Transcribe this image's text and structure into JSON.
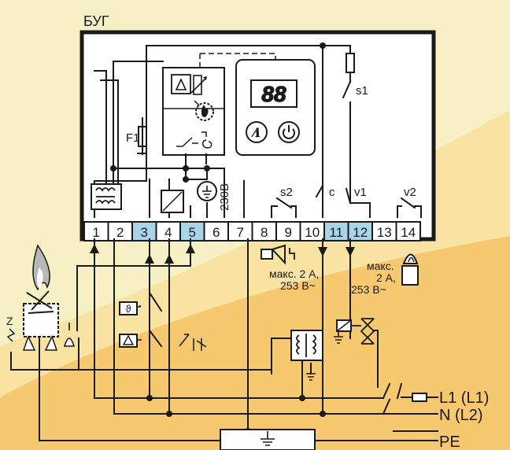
{
  "colors": {
    "bg_light": "#f6f0c4",
    "bg_band": "#f9e3a2",
    "bg_yellow": "#f6c970",
    "terminal_highlight": "#a8d4e8",
    "line": "#1a1a1a",
    "panel": "#ffffff"
  },
  "device_title": "БУГ",
  "fuse_label": "F1",
  "voltage_label": "230В",
  "display_value": "88",
  "switch_labels": {
    "s1": "s1",
    "s2": "s2",
    "c": "c",
    "v1": "v1",
    "v2": "v2"
  },
  "terminals": [
    "1",
    "2",
    "3",
    "4",
    "5",
    "6",
    "7",
    "8",
    "9",
    "10",
    "11",
    "12",
    "13",
    "14"
  ],
  "highlighted_terminals": [
    "3",
    "5",
    "11",
    "12"
  ],
  "alarm_rating": [
    "макс. 2 А,",
    "253 В~"
  ],
  "igniter_rating": [
    "макс.",
    "2 А,",
    "253 В~"
  ],
  "ionization_label": "Z",
  "supply": {
    "l1": "L1 (L1)",
    "n": "N  (L2)",
    "pe": "PE"
  },
  "icons": [
    "warning-triangle-icon",
    "flame-sensor-icon",
    "reset-info-icon",
    "power-icon",
    "thermostat-icon",
    "pressure-switch-icon",
    "alarm-horn-icon",
    "igniter-icon",
    "ground-icon",
    "solenoid-valve-icon",
    "transformer-icon",
    "fuse-icon"
  ]
}
